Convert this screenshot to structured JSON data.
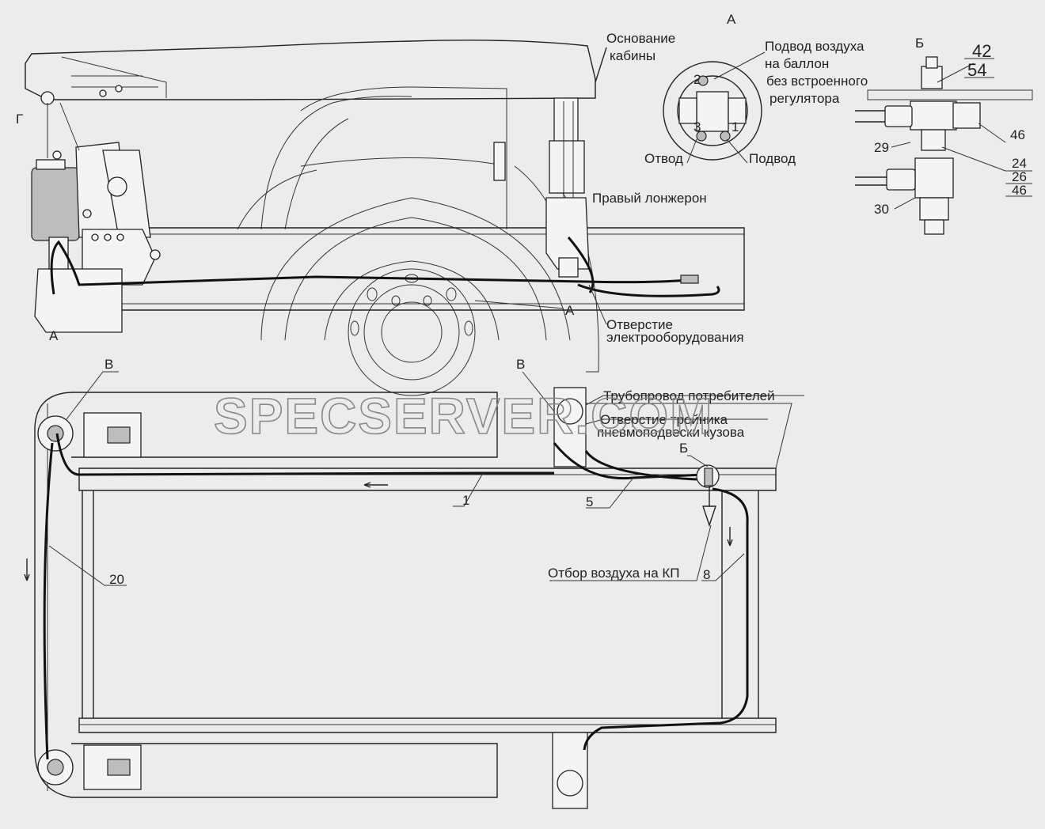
{
  "watermark": "SPECSERVER.COM",
  "views": {
    "A": "А",
    "B": "Б",
    "V1": "В",
    "V2": "В",
    "G": "Г",
    "sideA1": "А",
    "sideA2": "А",
    "planB": "Б"
  },
  "labels": {
    "cab_base_1": "Основание",
    "cab_base_2": "кабины",
    "air_supply_1": "Подвод воздуха",
    "air_supply_2": "на баллон",
    "air_supply_3": "без встроенного",
    "air_supply_4": "регулятора",
    "outlet": "Отвод",
    "inlet": "Подвод",
    "right_member": "Правый лонжерон",
    "hole_1": "Отверстие",
    "hole_2": "электрооборудования",
    "consumer_pipe": "Трубопровод потребителей",
    "tee_hole_1": "Отверстие тройника",
    "tee_hole_2": "пневмоподвески кузова",
    "air_take": "Отбор воздуха на КП"
  },
  "callouts": {
    "n42": "42",
    "n54": "54",
    "n46a": "46",
    "n29": "29",
    "n24": "24",
    "n26": "26",
    "n46b": "46",
    "n30": "30",
    "n1": "1",
    "n5": "5",
    "n8": "8",
    "n20": "20",
    "d2": "2",
    "d3": "3",
    "d1": "1"
  }
}
